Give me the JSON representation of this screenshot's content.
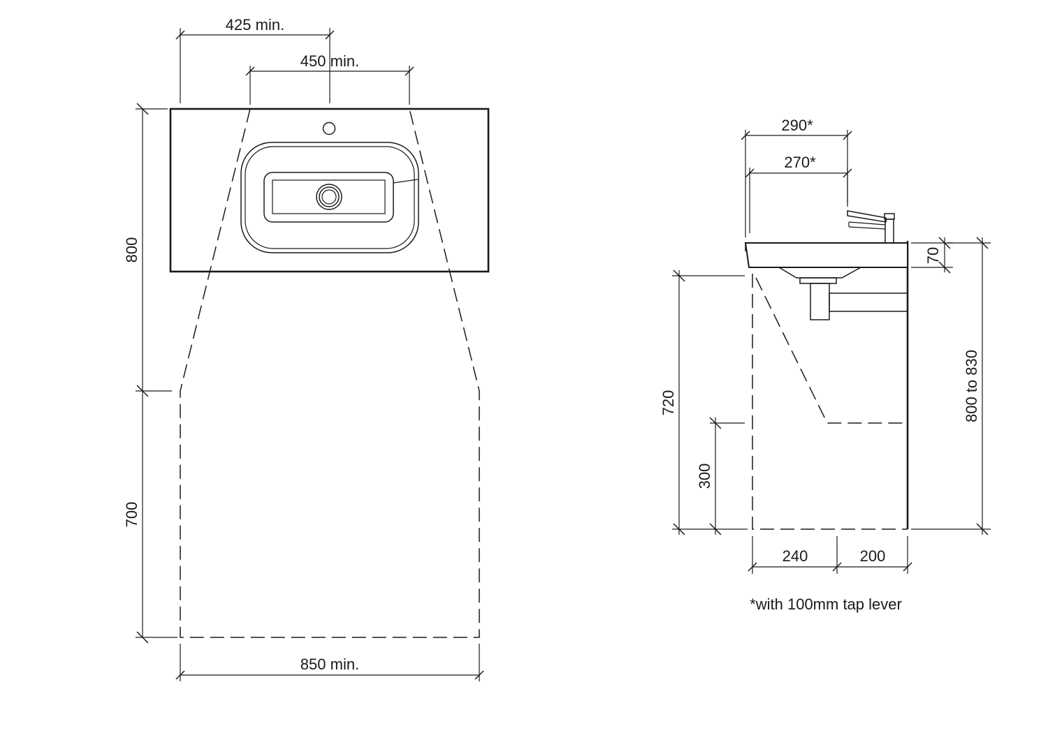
{
  "plan_view": {
    "dim_top_outer": "425 min.",
    "dim_top_inner": "450 min.",
    "dim_left_upper": "800",
    "dim_left_lower": "700",
    "dim_bottom": "850 min."
  },
  "side_view": {
    "dim_top_outer": "290*",
    "dim_top_inner": "270*",
    "dim_rim": "70",
    "dim_total_height": "800 to 830",
    "dim_knee_height": "720",
    "dim_toe_height": "300",
    "dim_bottom_left": "240",
    "dim_bottom_right": "200",
    "footnote": "*with 100mm tap lever"
  }
}
